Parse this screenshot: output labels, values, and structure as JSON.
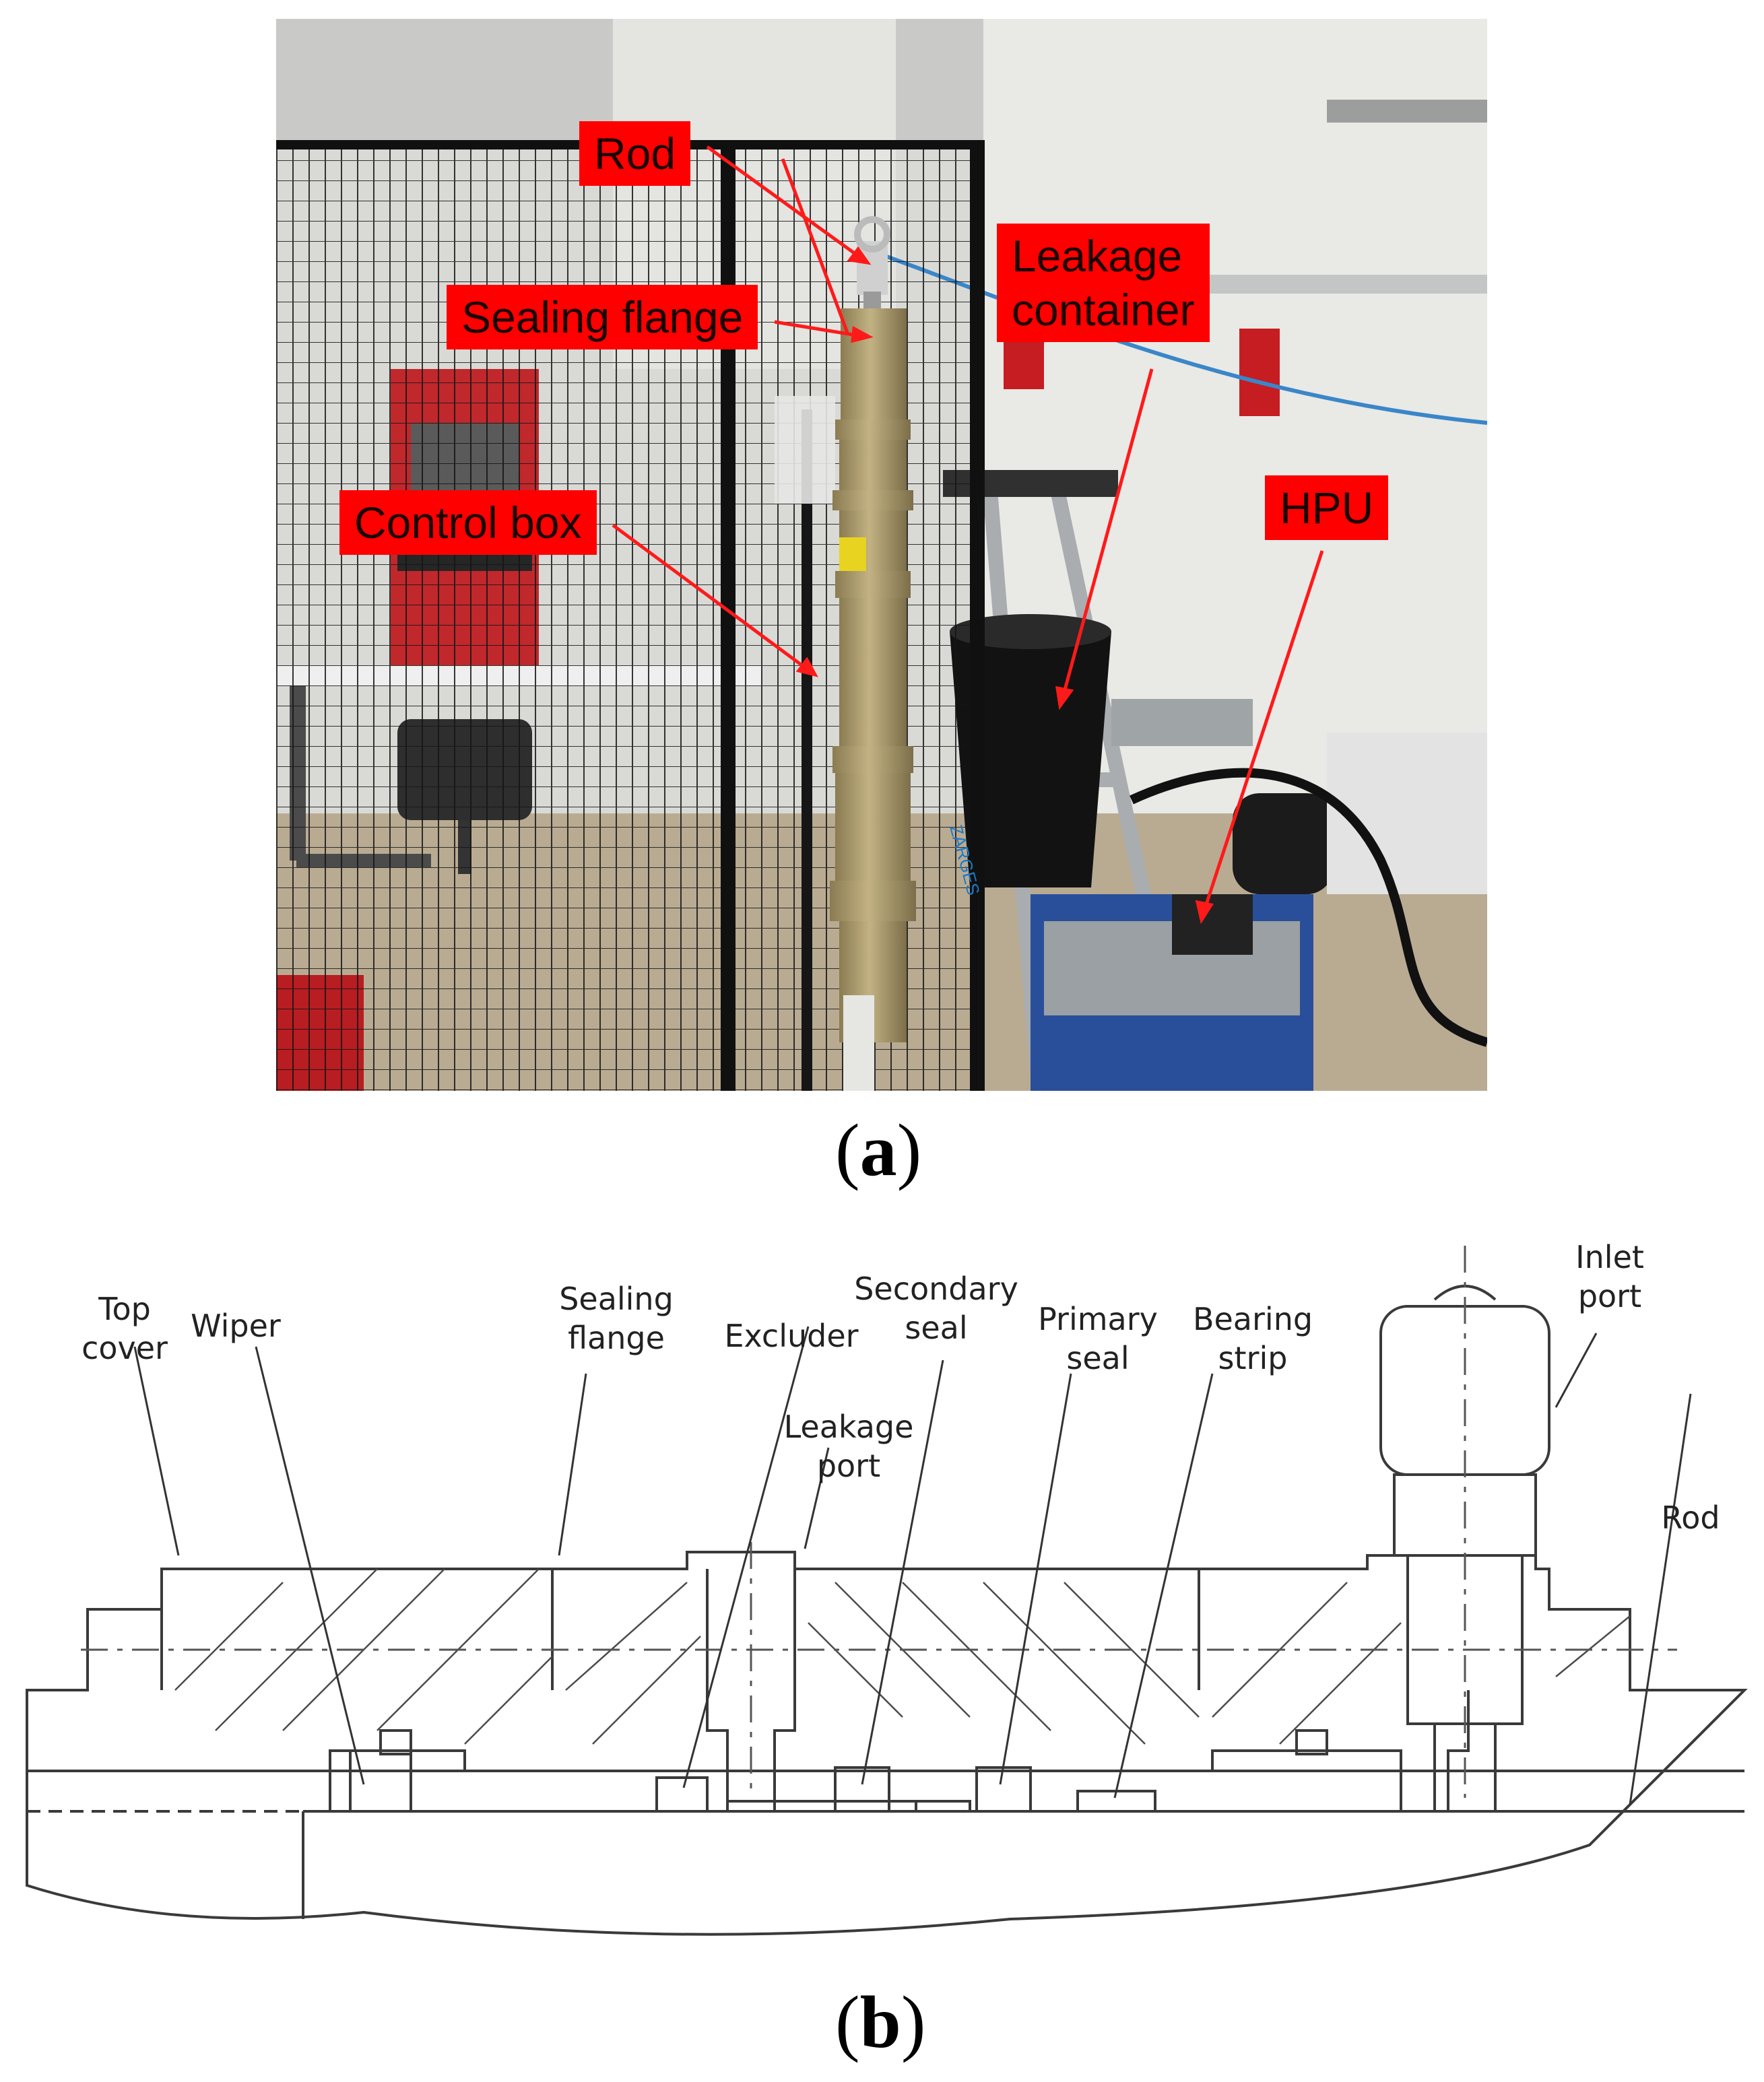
{
  "panel_a": {
    "label_open": "(",
    "label_letter": "a",
    "label_close": ")",
    "callouts": {
      "rod": "Rod",
      "sealing_flange": "Sealing flange",
      "leakage_container": "Leakage\ncontainer",
      "control_box": "Control box",
      "hpu": "HPU"
    },
    "sticker_text": "ZARGES",
    "colors": {
      "callout_fill": "#ff0000",
      "cylinder": "#b3a274",
      "fence": "#151515"
    }
  },
  "panel_b": {
    "label_open": "(",
    "label_letter": "b",
    "label_close": ")",
    "labels": {
      "top_cover": "Top\ncover",
      "wiper": "Wiper",
      "sealing_flange": "Sealing\nflange",
      "excluder": "Excluder",
      "secondary_seal": "Secondary\nseal",
      "leakage_port": "Leakage\nport",
      "primary_seal": "Primary\nseal",
      "bearing_strip": "Bearing\nstrip",
      "inlet_port": "Inlet\nport",
      "rod": "Rod"
    }
  }
}
